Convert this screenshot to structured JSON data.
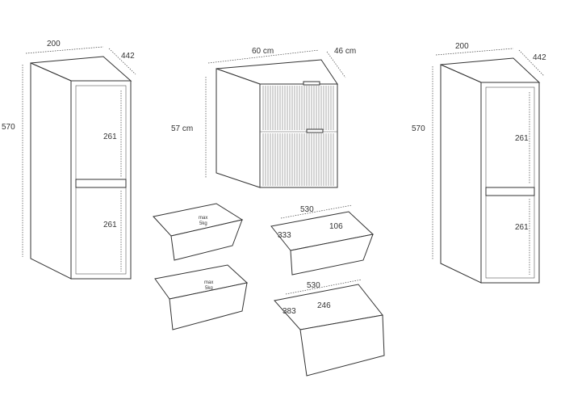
{
  "left_cabinet": {
    "width": "200",
    "depth": "442",
    "height": "570",
    "upper_shelf": "261",
    "lower_shelf": "261"
  },
  "vanity": {
    "width": "60 cm",
    "depth": "46 cm",
    "height": "57 cm"
  },
  "drawers": {
    "top_left": {
      "max_load": "max",
      "load_value": "5kg"
    },
    "bottom_left": {
      "max_load": "max",
      "load_value": "5kg"
    },
    "top_right": {
      "width": "530",
      "depth": "333",
      "height": "106"
    },
    "bottom_right": {
      "width": "530",
      "depth": "383",
      "height": "246"
    }
  },
  "right_cabinet": {
    "width": "200",
    "depth": "442",
    "height": "570",
    "upper_shelf": "261",
    "lower_shelf": "261"
  }
}
